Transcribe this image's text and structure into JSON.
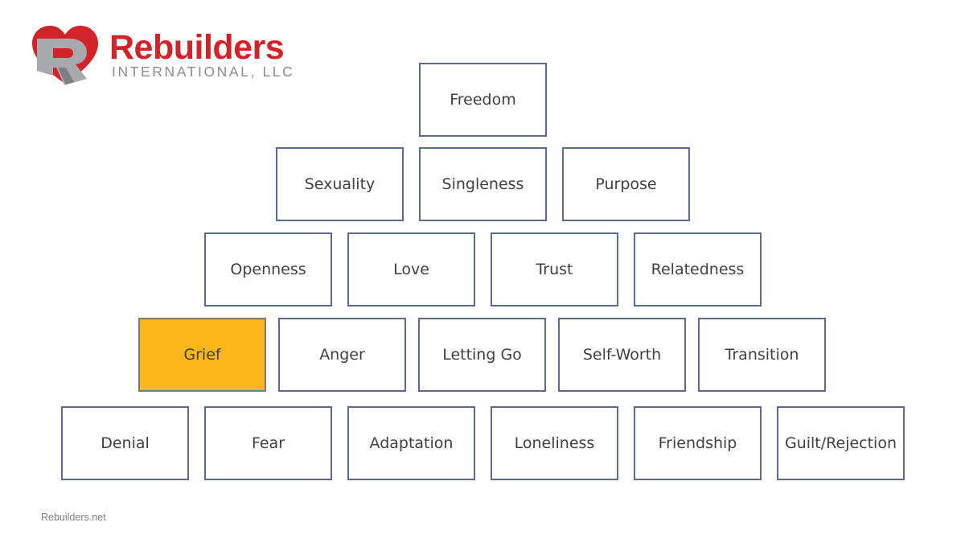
{
  "logo": {
    "name": "Rebuilders",
    "tagline": "INTERNATIONAL, LLC",
    "heart_color": "#d2232a",
    "r_color": "#a7a9ac"
  },
  "pyramid": {
    "highlight_color": "#fdb71a",
    "border_color": "#5a6c8e",
    "levels": [
      {
        "items": [
          {
            "label": "Freedom"
          }
        ]
      },
      {
        "items": [
          {
            "label": "Sexuality"
          },
          {
            "label": "Singleness"
          },
          {
            "label": "Purpose"
          }
        ]
      },
      {
        "items": [
          {
            "label": "Openness"
          },
          {
            "label": "Love"
          },
          {
            "label": "Trust"
          },
          {
            "label": "Relatedness"
          }
        ]
      },
      {
        "items": [
          {
            "label": "Grief",
            "highlighted": true
          },
          {
            "label": "Anger"
          },
          {
            "label": "Letting Go"
          },
          {
            "label": "Self-Worth"
          },
          {
            "label": "Transition"
          }
        ]
      },
      {
        "items": [
          {
            "label": "Denial"
          },
          {
            "label": "Fear"
          },
          {
            "label": "Adaptation"
          },
          {
            "label": "Loneliness"
          },
          {
            "label": "Friendship"
          },
          {
            "label": "Guilt/Rejection"
          }
        ]
      }
    ]
  },
  "footer": {
    "text": "Rebuilders.net"
  }
}
